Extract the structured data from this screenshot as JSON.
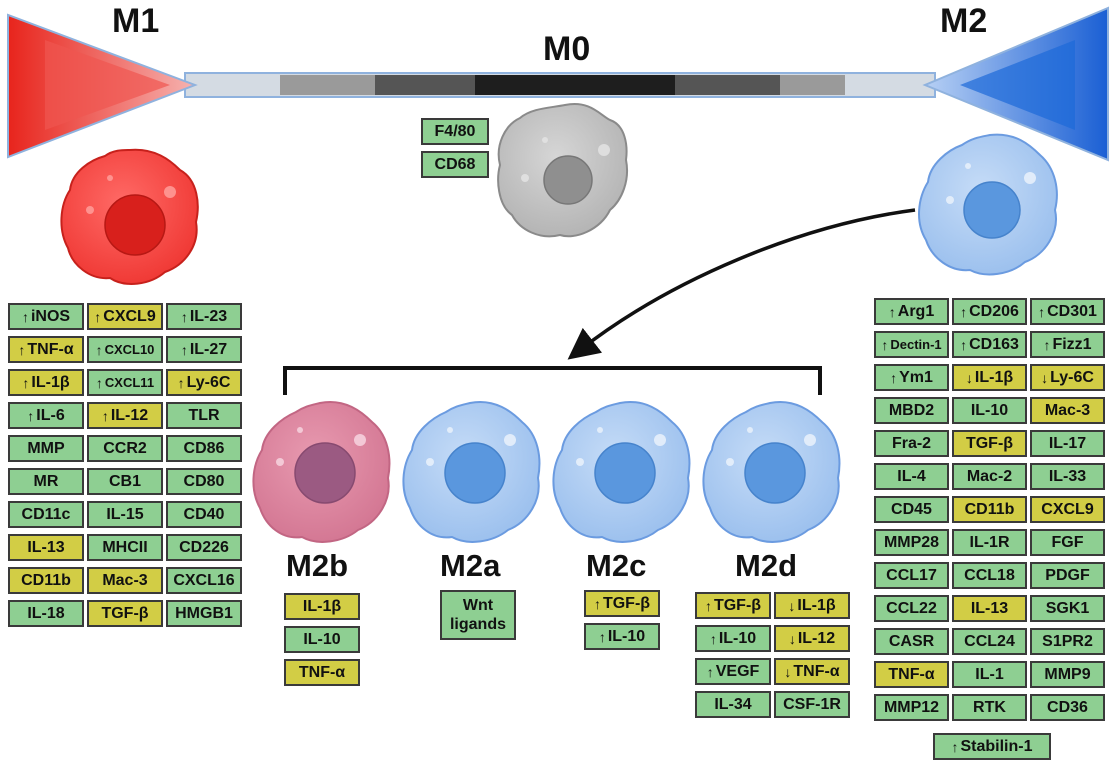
{
  "titles": {
    "m1": "M1",
    "m0": "M0",
    "m2": "M2"
  },
  "subtypes": [
    "M2b",
    "M2a",
    "M2c",
    "M2d"
  ],
  "colors": {
    "green": "#8ecf92",
    "yellow": "#d2cd45"
  },
  "m0_markers": [
    {
      "text": "F4/80",
      "color": "green"
    },
    {
      "text": "CD68",
      "color": "green"
    }
  ],
  "m1_markers": [
    {
      "text": "iNOS",
      "up": true,
      "color": "green"
    },
    {
      "text": "CXCL9",
      "up": true,
      "color": "yellow"
    },
    {
      "text": "IL-23",
      "up": true,
      "color": "green"
    },
    {
      "text": "TNF-α",
      "up": true,
      "color": "yellow"
    },
    {
      "text": "CXCL10",
      "up": true,
      "color": "green",
      "small": true
    },
    {
      "text": "IL-27",
      "up": true,
      "color": "green"
    },
    {
      "text": "IL-1β",
      "up": true,
      "color": "yellow"
    },
    {
      "text": "CXCL11",
      "up": true,
      "color": "green",
      "small": true
    },
    {
      "text": "Ly-6C",
      "up": true,
      "color": "yellow"
    },
    {
      "text": "IL-6",
      "up": true,
      "color": "green"
    },
    {
      "text": "IL-12",
      "up": true,
      "color": "yellow"
    },
    {
      "text": "TLR",
      "color": "green"
    },
    {
      "text": "MMP",
      "color": "green"
    },
    {
      "text": "CCR2",
      "color": "green"
    },
    {
      "text": "CD86",
      "color": "green"
    },
    {
      "text": "MR",
      "color": "green"
    },
    {
      "text": "CB1",
      "color": "green"
    },
    {
      "text": "CD80",
      "color": "green"
    },
    {
      "text": "CD11c",
      "color": "green"
    },
    {
      "text": "IL-15",
      "color": "green"
    },
    {
      "text": "CD40",
      "color": "green"
    },
    {
      "text": "IL-13",
      "color": "yellow"
    },
    {
      "text": "MHCII",
      "color": "green"
    },
    {
      "text": "CD226",
      "color": "green"
    },
    {
      "text": "CD11b",
      "color": "yellow"
    },
    {
      "text": "Mac-3",
      "color": "yellow"
    },
    {
      "text": "CXCL16",
      "color": "green"
    },
    {
      "text": "IL-18",
      "color": "green"
    },
    {
      "text": "TGF-β",
      "color": "yellow"
    },
    {
      "text": "HMGB1",
      "color": "green"
    }
  ],
  "m2_markers": [
    {
      "text": "Arg1",
      "up": true,
      "color": "green"
    },
    {
      "text": "CD206",
      "up": true,
      "color": "green"
    },
    {
      "text": "CD301",
      "up": true,
      "color": "green"
    },
    {
      "text": "Dectin-1",
      "up": true,
      "color": "green",
      "small": true
    },
    {
      "text": "CD163",
      "up": true,
      "color": "green"
    },
    {
      "text": "Fizz1",
      "up": true,
      "color": "green"
    },
    {
      "text": "Ym1",
      "up": true,
      "color": "green"
    },
    {
      "text": "IL-1β",
      "down": true,
      "color": "yellow"
    },
    {
      "text": "Ly-6C",
      "down": true,
      "color": "yellow"
    },
    {
      "text": "MBD2",
      "color": "green"
    },
    {
      "text": "IL-10",
      "color": "green"
    },
    {
      "text": "Mac-3",
      "color": "yellow"
    },
    {
      "text": "Fra-2",
      "color": "green"
    },
    {
      "text": "TGF-β",
      "color": "yellow"
    },
    {
      "text": "IL-17",
      "color": "green"
    },
    {
      "text": "IL-4",
      "color": "green"
    },
    {
      "text": "Mac-2",
      "color": "green"
    },
    {
      "text": "IL-33",
      "color": "green"
    },
    {
      "text": "CD45",
      "color": "green"
    },
    {
      "text": "CD11b",
      "color": "yellow"
    },
    {
      "text": "CXCL9",
      "color": "yellow"
    },
    {
      "text": "MMP28",
      "color": "green"
    },
    {
      "text": "IL-1R",
      "color": "green"
    },
    {
      "text": "FGF",
      "color": "green"
    },
    {
      "text": "CCL17",
      "color": "green"
    },
    {
      "text": "CCL18",
      "color": "green"
    },
    {
      "text": "PDGF",
      "color": "green"
    },
    {
      "text": "CCL22",
      "color": "green"
    },
    {
      "text": "IL-13",
      "color": "yellow"
    },
    {
      "text": "SGK1",
      "color": "green"
    },
    {
      "text": "CASR",
      "color": "green"
    },
    {
      "text": "CCL24",
      "color": "green"
    },
    {
      "text": "S1PR2",
      "color": "green"
    },
    {
      "text": "TNF-α",
      "color": "yellow"
    },
    {
      "text": "IL-1",
      "color": "green"
    },
    {
      "text": "MMP9",
      "color": "green"
    },
    {
      "text": "MMP12",
      "color": "green"
    },
    {
      "text": "RTK",
      "color": "green"
    },
    {
      "text": "CD36",
      "color": "green"
    }
  ],
  "m2_extra": [
    {
      "text": "Stabilin-1",
      "up": true,
      "color": "green"
    }
  ],
  "m2b_markers": [
    {
      "text": "IL-1β",
      "color": "yellow"
    },
    {
      "text": "IL-10",
      "color": "green"
    },
    {
      "text": "TNF-α",
      "color": "yellow"
    }
  ],
  "m2a_markers": [
    {
      "text": "Wnt",
      "text2": "ligands",
      "color": "green"
    }
  ],
  "m2c_markers": [
    {
      "text": "TGF-β",
      "up": true,
      "color": "yellow"
    },
    {
      "text": "IL-10",
      "up": true,
      "color": "green"
    }
  ],
  "m2d_markers": [
    {
      "text": "TGF-β",
      "up": true,
      "color": "yellow"
    },
    {
      "text": "IL-1β",
      "down": true,
      "color": "yellow"
    },
    {
      "text": "IL-10",
      "up": true,
      "color": "green"
    },
    {
      "text": "IL-12",
      "down": true,
      "color": "yellow"
    },
    {
      "text": "VEGF",
      "up": true,
      "color": "green"
    },
    {
      "text": "TNF-α",
      "down": true,
      "color": "yellow"
    },
    {
      "text": "IL-34",
      "color": "green"
    },
    {
      "text": "CSF-1R",
      "color": "green"
    }
  ]
}
